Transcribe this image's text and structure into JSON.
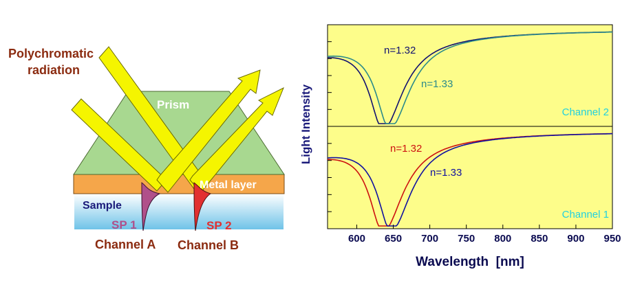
{
  "diagram": {
    "radiation_label_line1": "Polychromatic",
    "radiation_label_line2": "radiation",
    "prism_label": "Prism",
    "metal_label": "Metal layer",
    "sample_label": "Sample",
    "sp1_label": "SP 1",
    "sp2_label": "SP 2",
    "channel_a_label": "Channel A",
    "channel_b_label": "Channel B",
    "colors": {
      "prism": "#a8d890",
      "metal": "#f5a64a",
      "sample_top": "#ffffff",
      "sample_bottom": "#6fc3e8",
      "beam": "#f5f500",
      "label_brown": "#8b2b10",
      "label_prism": "#ffffff",
      "sp1": "#b0508a",
      "sp2": "#e23030"
    }
  },
  "chart_data": [
    {
      "type": "line",
      "panel": "Channel 2",
      "channel_label": "Channel 2",
      "xlim": [
        560,
        950
      ],
      "series": [
        {
          "name": "n=1.32",
          "color": "#101070",
          "baseline": 0.78,
          "center": 636,
          "depth": 0.95,
          "width": 22,
          "asym": 1.5
        },
        {
          "name": "n=1.33",
          "color": "#2a8a8a",
          "baseline": 0.78,
          "center": 645,
          "depth": 0.95,
          "width": 22,
          "asym": 1.5
        }
      ]
    },
    {
      "type": "line",
      "panel": "Channel 1",
      "channel_label": "Channel 1",
      "xlim": [
        560,
        950
      ],
      "series": [
        {
          "name": "n=1.32",
          "color": "#cc1010",
          "baseline": 0.78,
          "center": 636,
          "depth": 0.95,
          "width": 22,
          "asym": 1.5
        },
        {
          "name": "n=1.33",
          "color": "#1010a0",
          "baseline": 0.78,
          "center": 647,
          "depth": 0.95,
          "width": 22,
          "asym": 1.5
        }
      ]
    }
  ],
  "axes": {
    "x_ticks": [
      600,
      650,
      700,
      750,
      800,
      850,
      900,
      950
    ],
    "xlabel": "Wavelength  [nm]",
    "ylabel": "Light Intensity",
    "background": "#fdfd8a"
  }
}
